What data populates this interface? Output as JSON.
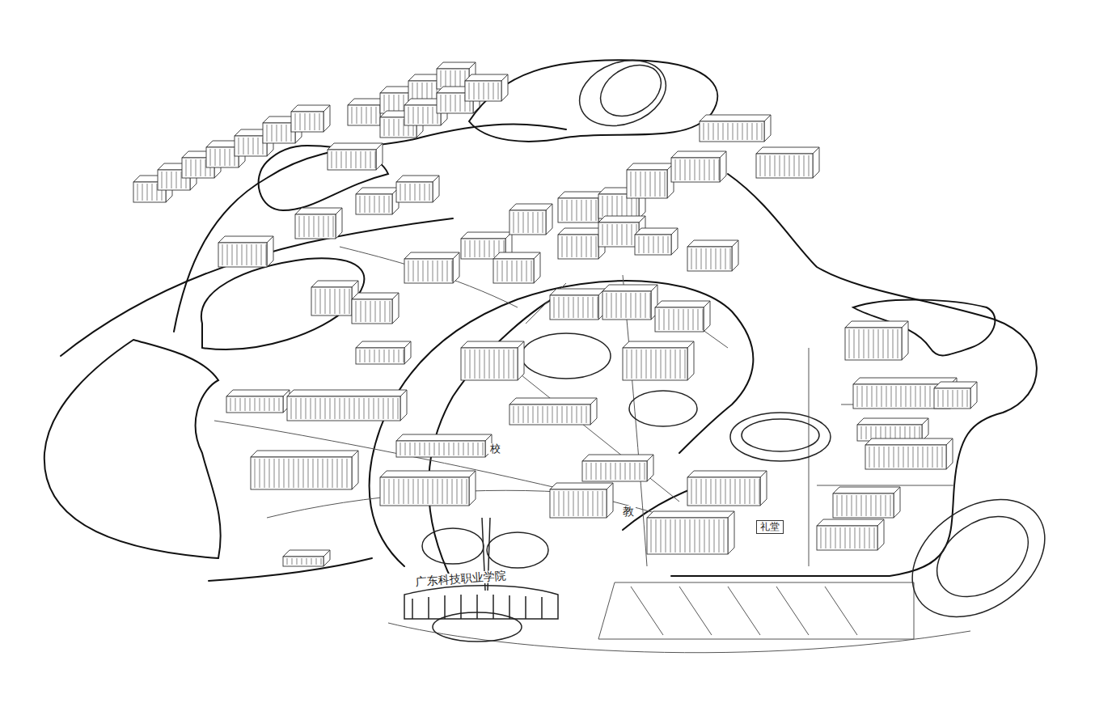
{
  "diagram": {
    "labels": [
      "广东科技职业学院",
      "校",
      "教",
      "礼堂"
    ]
  }
}
